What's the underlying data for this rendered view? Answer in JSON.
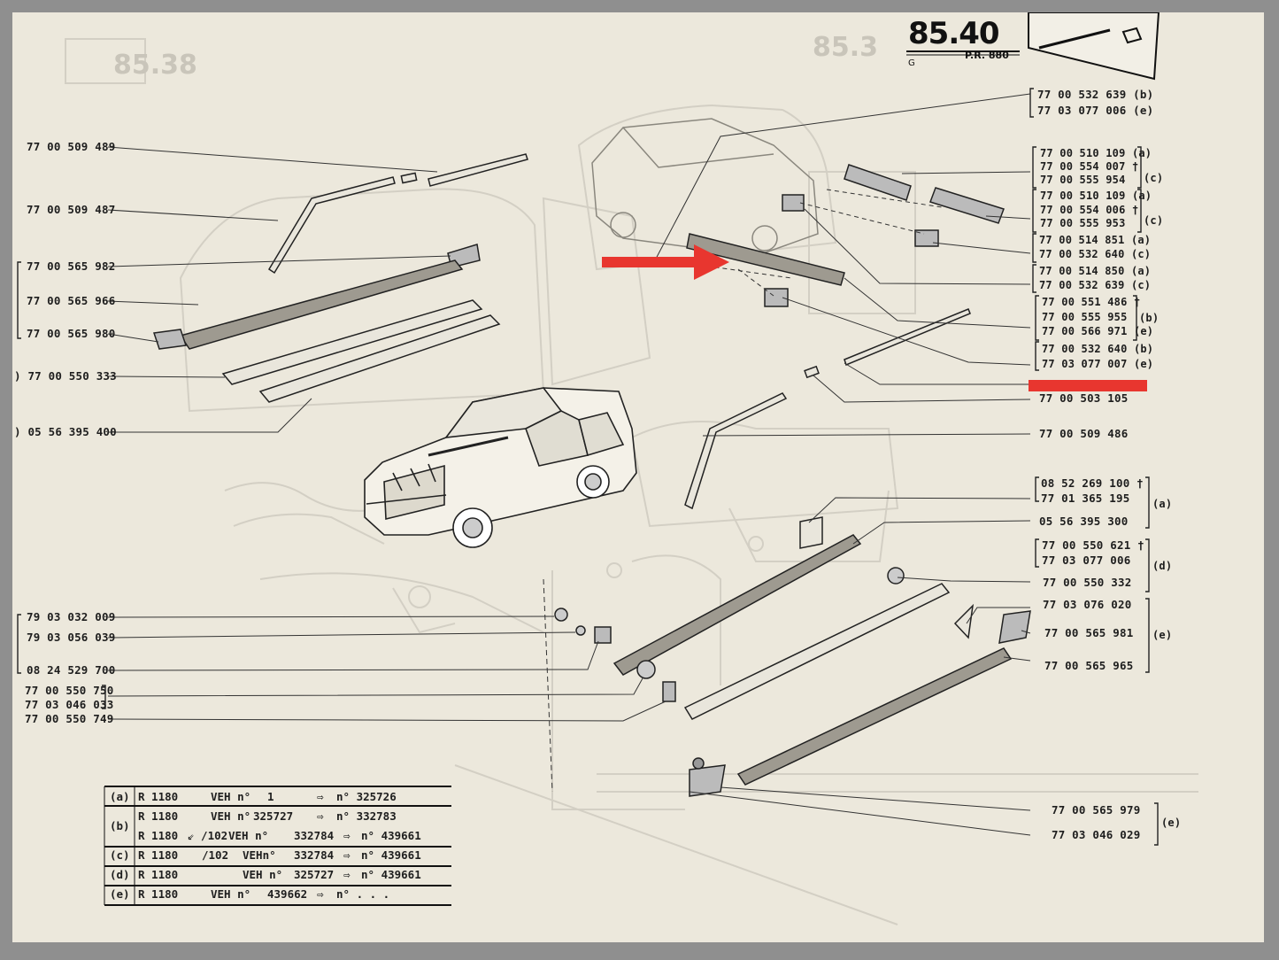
{
  "header": {
    "page_number": "85.40",
    "page_letter": "G",
    "pr_code": "P.R. 880",
    "ghost_page_left": "85.38",
    "ghost_page_right": "85.3"
  },
  "left_labels": [
    {
      "text": "77 00 509 489"
    },
    {
      "text": "77 00 509 487"
    },
    {
      "text": "77 00 565 982"
    },
    {
      "text": "77 00 565 966"
    },
    {
      "text": "77 00 565 980"
    },
    {
      "text": ") 77 00 550 333"
    },
    {
      "text": ") 05 56 395 400"
    },
    {
      "text": "79 03 032 009"
    },
    {
      "text": "79 03 056 039"
    },
    {
      "text": "08 24 529 700"
    },
    {
      "text": "77 00 550 750"
    },
    {
      "text": "77 03 046 033"
    },
    {
      "text": "77 00 550 749"
    }
  ],
  "right_labels": [
    {
      "text": "77 00 532 639 (b)"
    },
    {
      "text": "77 03 077 006 (e)"
    },
    {
      "text": "77 00 510 109 (a)"
    },
    {
      "text": "77 00 554 007 †"
    },
    {
      "text": "77 00 555 954"
    },
    {
      "text": "77 00 510 109 (a)"
    },
    {
      "text": "77 00 554 006 †"
    },
    {
      "text": "77 00 555 953"
    },
    {
      "text": "77 00 514 851  (a)"
    },
    {
      "text": "77 00 532 640  (c)"
    },
    {
      "text": "77 00 514 850  (a)"
    },
    {
      "text": "77 00 532 639  (c)"
    },
    {
      "text": "77 00 551 486 †"
    },
    {
      "text": "77 00 555 955"
    },
    {
      "text": "77 00 566 971 (e)"
    },
    {
      "text": "77 00 532 640 (b)"
    },
    {
      "text": "77 03 077 007 (e)"
    },
    {
      "text": "77 00 503 105"
    },
    {
      "text": "77 00 509 486"
    },
    {
      "text": "08 52 269 100 †"
    },
    {
      "text": "77 01 365 195"
    },
    {
      "text": "05 56 395 300"
    },
    {
      "text": "77 00 550 621 †"
    },
    {
      "text": "77 03 077 006"
    },
    {
      "text": "77 00 550 332"
    },
    {
      "text": "77 03 076 020"
    },
    {
      "text": "77 00 565 981"
    },
    {
      "text": "77 00 565 965"
    },
    {
      "text": "77 00 565 979"
    },
    {
      "text": "77 03 046 029"
    }
  ],
  "group_tags": [
    {
      "text": "(c)"
    },
    {
      "text": "(c)"
    },
    {
      "text": "(b)"
    },
    {
      "text": "(a)"
    },
    {
      "text": "(d)"
    },
    {
      "text": "(e)"
    },
    {
      "text": "(e)"
    }
  ],
  "legend": [
    {
      "code": "(a)",
      "model": "R 1180",
      "variant": "",
      "veh": "VEH n°",
      "from": "1",
      "to": "n°  325726"
    },
    {
      "code": "(b)",
      "model": "R 1180",
      "variant": "",
      "veh": "VEH n°",
      "from": "325727",
      "to": "n°  332783"
    },
    {
      "code": "",
      "model": "R 1180",
      "variant": "⇙ /102",
      "veh": "VEH n°",
      "from": "332784",
      "to": "n° 439661"
    },
    {
      "code": "(c)",
      "model": "R 1180",
      "variant": "/102",
      "veh": "VEHn°",
      "from": "332784",
      "to": "n°  439661"
    },
    {
      "code": "(d)",
      "model": "R 1180",
      "variant": "",
      "veh": "VEH n°",
      "from": "325727",
      "to": "n°  439661"
    },
    {
      "code": "(e)",
      "model": "R 1180",
      "variant": "",
      "veh": "VEH n°",
      "from": "439662",
      "to": "n°  . . ."
    }
  ],
  "annotations": {
    "arrow_color": "#e8362f",
    "underline_color": "#e8362f"
  }
}
